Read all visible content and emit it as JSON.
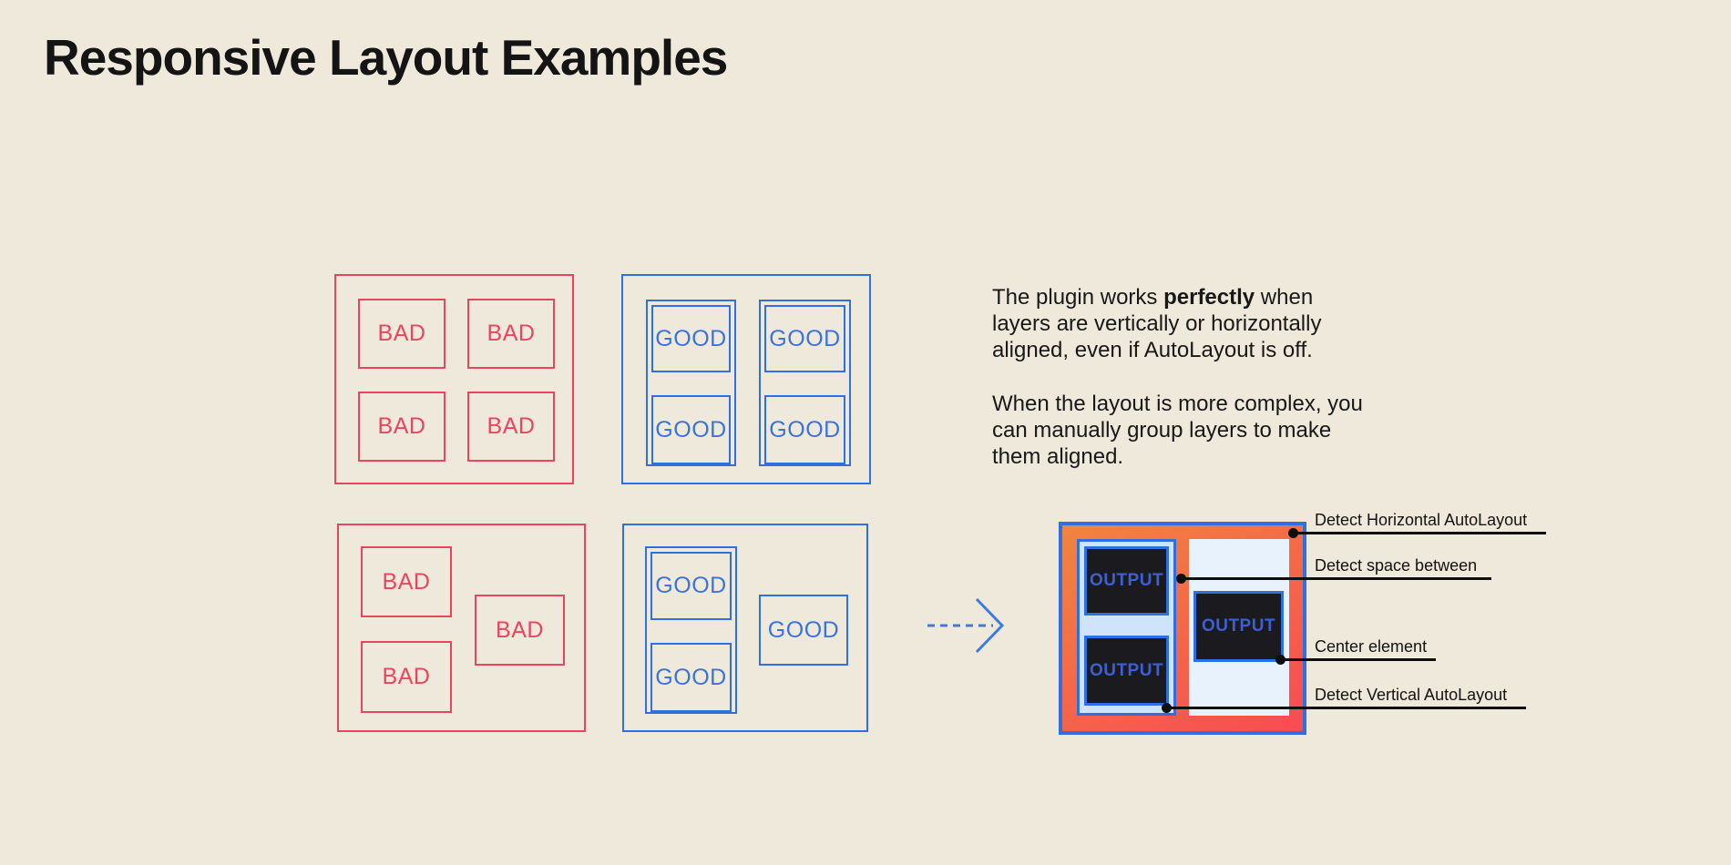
{
  "title": "Responsive Layout Examples",
  "box_labels": {
    "bad": "BAD",
    "good": "GOOD",
    "output": "OUTPUT"
  },
  "description": {
    "p1_line1_before": "The plugin works ",
    "p1_line1_bold": "perfectly",
    "p1_line1_after": " when",
    "p1_line2": "layers are vertically or horizontally",
    "p1_line3": "aligned, even if AutoLayout is off.",
    "p2_line1": "When the layout is more complex, you",
    "p2_line2": "can manually group layers to make",
    "p2_line3": "them aligned."
  },
  "annotations": {
    "horizontal": "Detect Horizontal AutoLayout",
    "space": "Detect space between",
    "center": "Center element",
    "vertical": "Detect Vertical AutoLayout"
  },
  "colors": {
    "background": "#EFE9DB",
    "bad_red": "#E9465E",
    "good_blue": "#2F6FDE",
    "gradient_start": "#F0853F",
    "gradient_end": "#F84B52",
    "wrapper_light_blue": "#CFE3FA",
    "panel_lighter_blue": "#E8F2FD",
    "output_box_bg": "#1B1B1F",
    "output_text_blue": "#3C5FD3",
    "annotation_black": "#0E0E0E"
  }
}
